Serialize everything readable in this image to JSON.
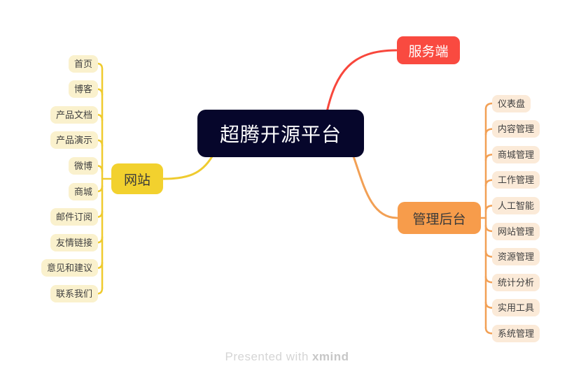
{
  "mindmap": {
    "root": {
      "label": "超腾开源平台",
      "color": "#06062B",
      "text_color": "#FFFFFF"
    },
    "branches": [
      {
        "label": "服务端",
        "color": "#F94A40",
        "text_color": "#FFFFFF",
        "line_color": "#F8473C",
        "children": []
      },
      {
        "label": "网站",
        "color": "#F2D12E",
        "text_color": "#3A3A3A",
        "line_color": "#EFCB2F",
        "child_fill": "#FAF1CD",
        "children": [
          "首页",
          "博客",
          "产品文档",
          "产品演示",
          "微博",
          "商城",
          "邮件订阅",
          "友情链接",
          "意见和建议",
          "联系我们"
        ]
      },
      {
        "label": "管理后台",
        "color": "#F79C4B",
        "text_color": "#3A3A3A",
        "line_color": "#F2A055",
        "child_fill": "#FBEAD8",
        "children": [
          "仪表盘",
          "内容管理",
          "商城管理",
          "工作管理",
          "人工智能",
          "网站管理",
          "资源管理",
          "统计分析",
          "实用工具",
          "系统管理"
        ]
      }
    ]
  },
  "watermark": {
    "prefix": "Presented with",
    "brand": "xmind"
  }
}
